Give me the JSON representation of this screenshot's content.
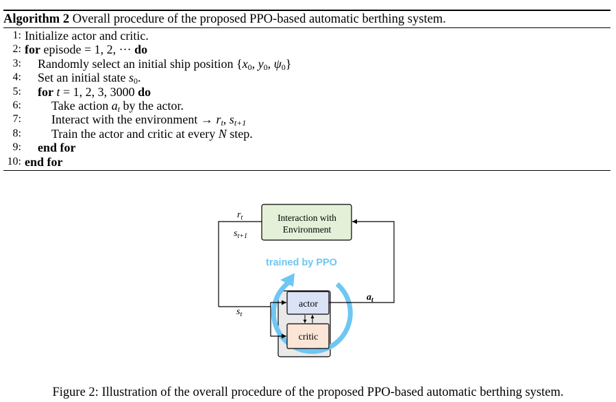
{
  "algorithm": {
    "label": "Algorithm 2",
    "title": "Overall procedure of the proposed PPO-based automatic berthing system.",
    "lines": [
      {
        "num": "1:",
        "parts": [
          {
            "t": "Initialize actor and critic."
          }
        ]
      },
      {
        "num": "2:",
        "parts": [
          {
            "t": "for",
            "k": "kw"
          },
          {
            "t": " episode = 1, 2, ··· "
          },
          {
            "t": "do",
            "k": "kw"
          }
        ]
      },
      {
        "num": "3:",
        "parts": [
          {
            "t": "Randomly select an initial ship position {"
          },
          {
            "t": "x",
            "k": "m"
          },
          {
            "t": "0"
          },
          {
            "t": ", "
          },
          {
            "t": "y",
            "k": "m"
          },
          {
            "t": "0"
          },
          {
            "t": ", "
          },
          {
            "t": "ψ",
            "k": "m"
          },
          {
            "t": "0"
          },
          {
            "t": "}"
          }
        ]
      },
      {
        "num": "4:",
        "parts": [
          {
            "t": "Set an initial state "
          },
          {
            "t": "s",
            "k": "m"
          },
          {
            "t": "0"
          },
          {
            "t": "."
          }
        ]
      },
      {
        "num": "5:",
        "parts": [
          {
            "t": "for",
            "k": "kw"
          },
          {
            "t": " "
          },
          {
            "t": "t",
            "k": "m"
          },
          {
            "t": " = 1, 2, 3, 3000 "
          },
          {
            "t": "do",
            "k": "kw"
          }
        ]
      },
      {
        "num": "6:",
        "parts": [
          {
            "t": "Take action "
          },
          {
            "t": "a",
            "k": "m"
          },
          {
            "t": "t",
            "k": "m"
          },
          {
            "t": " by the actor."
          }
        ]
      },
      {
        "num": "7:",
        "parts": [
          {
            "t": "Interact with the environment → "
          },
          {
            "t": "r",
            "k": "m"
          },
          {
            "t": "t",
            "k": "m"
          },
          {
            "t": ", "
          },
          {
            "t": "s",
            "k": "m"
          },
          {
            "t": "t+1",
            "k": "m"
          }
        ]
      },
      {
        "num": "8:",
        "parts": [
          {
            "t": "Train the actor and critic at every "
          },
          {
            "t": "N",
            "k": "m"
          },
          {
            "t": " step."
          }
        ]
      },
      {
        "num": "9:",
        "parts": [
          {
            "t": "end for",
            "k": "kw"
          }
        ]
      },
      {
        "num": "10:",
        "parts": [
          {
            "t": "end for",
            "k": "kw"
          }
        ]
      }
    ]
  },
  "figure": {
    "env_box": {
      "line1": "Interaction with",
      "line2": "Environment",
      "fill": "#e4f0d8"
    },
    "ppo_label": {
      "text": "trained by PPO",
      "color": "#6ec6f2"
    },
    "actor_box": {
      "text": "actor",
      "fill": "#dae3f5"
    },
    "critic_box": {
      "text": "critic",
      "fill": "#fbe5d6"
    },
    "signals": {
      "r": "r",
      "r_sub": "t",
      "s_next": "s",
      "s_next_sub": "t+1",
      "s": "s",
      "s_sub": "t",
      "a": "a",
      "a_sub": "t"
    },
    "inner_panel_fill": "#e9e9e9",
    "ring_color": "#6ec6f2"
  },
  "caption": "Figure 2: Illustration of the overall procedure of the proposed PPO-based automatic berthing system."
}
